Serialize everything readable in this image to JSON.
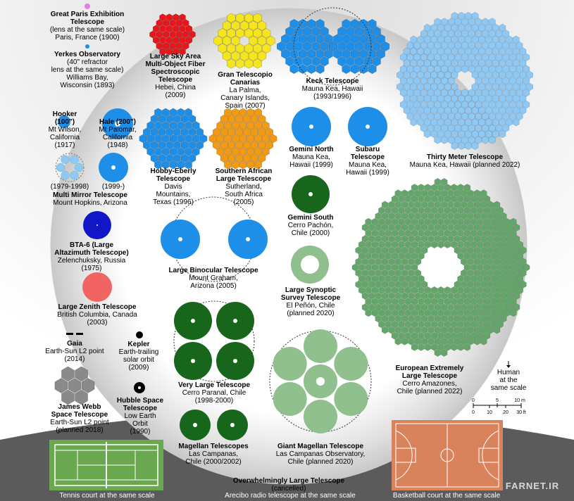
{
  "colors": {
    "red": "#e8161b",
    "yellow": "#f4e51e",
    "blue": "#1d8fe8",
    "lightblue": "#8ec8f4",
    "orange": "#f19a12",
    "darkgreen": "#17661c",
    "green": "#64a66a",
    "lightgreen": "#8fc08d",
    "navy": "#1117c9",
    "salmon": "#f26363",
    "gray": "#8a8a8a",
    "court_green": "#6aa84f",
    "court_orange": "#d9835d"
  },
  "labels": [
    {
      "id": "paris",
      "title": "Great Paris Exhibition\nTelescope",
      "sub": "(lens at the same scale)\nParis, France (1900)"
    },
    {
      "id": "yerkes",
      "title": "Yerkes Observatory",
      "sub": "(40\" refractor\nlens at the same scale)\nWilliams Bay,\nWisconsin (1893)"
    },
    {
      "id": "hooker",
      "title": "Hooker\n(100\")",
      "sub": "Mt Wilson,\nCalifornia\n(1917)"
    },
    {
      "id": "hale",
      "title": "Hale (200\")",
      "sub": "Mt Palomar,\nCalifornia\n(1948)"
    },
    {
      "id": "mmt",
      "title": "Multi Mirror Telescope",
      "sub": "Mount Hopkins, Arizona"
    },
    {
      "id": "bta",
      "title": "BTA-6 (Large\nAltazimuth Telescope)",
      "sub": "Zelenchuksky, Russia\n(1975)"
    },
    {
      "id": "lzt",
      "title": "Large Zenith Telescope",
      "sub": "British Columbia, Canada\n(2003)"
    },
    {
      "id": "gaia",
      "title": "Gaia",
      "sub": "Earth-Sun L2 point\n(2014)"
    },
    {
      "id": "kepler",
      "title": "Kepler",
      "sub": "Earth-trailing\nsolar orbit\n(2009)"
    },
    {
      "id": "jwst",
      "title": "James Webb\nSpace Telescope",
      "sub": "Earth-Sun L2 point\n(planned 2018)"
    },
    {
      "id": "hubble",
      "title": "Hubble Space\nTelescope",
      "sub": "Low Earth\nOrbit\n(1990)"
    },
    {
      "id": "lamost",
      "title": "Large Sky Area\nMulti-Object Fiber\nSpectroscopic\nTelescope",
      "sub": "Hebei, China\n(2009)"
    },
    {
      "id": "gtc",
      "title": "Gran Telescopio\nCanarias",
      "sub": "La Palma,\nCanary Islands,\nSpain (2007)"
    },
    {
      "id": "keck",
      "title": "Keck Telescope",
      "sub": "Mauna Kea, Hawaii\n(1993/1996)"
    },
    {
      "id": "tmt",
      "title": "Thirty Meter Telescope",
      "sub": "Mauna Kea, Hawaii (planned 2022)"
    },
    {
      "id": "het",
      "title": "Hobby-Eberly\nTelescope",
      "sub": "Davis\nMountains,\nTexas (1996)"
    },
    {
      "id": "salt",
      "title": "Southern African\nLarge Telescope",
      "sub": "Sutherland,\nSouth Africa\n(2005)"
    },
    {
      "id": "gemn",
      "title": "Gemini North",
      "sub": "Mauna Kea,\nHawaii (1999)"
    },
    {
      "id": "subaru",
      "title": "Subaru\nTelescope",
      "sub": "Mauna Kea,\nHawaii (1999)"
    },
    {
      "id": "gems",
      "title": "Gemini South",
      "sub": "Cerro Pachón,\nChile (2000)"
    },
    {
      "id": "lbt",
      "title": "Large Binocular Telescope",
      "sub": "Mount Graham,\nArizona (2005)"
    },
    {
      "id": "lsst",
      "title": "Large Synoptic\nSurvey Telescope",
      "sub": "El Peñón, Chile\n(planned 2020)"
    },
    {
      "id": "vlt",
      "title": "Very Large Telescope",
      "sub": "Cerro Paranal, Chile\n(1998-2000)"
    },
    {
      "id": "magellan",
      "title": "Magellan Telescopes",
      "sub": "Las Campanas,\nChile (2000/2002)"
    },
    {
      "id": "gmt",
      "title": "Giant Magellan Telescope",
      "sub": "Las Campanas Observatory,\nChile (planned 2020)"
    },
    {
      "id": "elt",
      "title": "European Extremely\nLarge Telescope",
      "sub": "Cerro Amazones,\nChile (planned 2022)"
    },
    {
      "id": "owl",
      "title": "Overwhelmingly Large Telescope",
      "sub": "(cancelled)"
    },
    {
      "id": "human",
      "title": "",
      "sub": "Human\nat the\nsame scale"
    }
  ],
  "mmt_years": [
    "(1979-1998)",
    "(1999-)"
  ],
  "scale_bar": {
    "m_ticks": [
      "0",
      "5",
      "10 m"
    ],
    "ft_ticks": [
      "0",
      "10",
      "20",
      "30 ft"
    ]
  },
  "footer": {
    "tennis": "Tennis court at the same scale",
    "arecibo": "Arecibo radio telescope at the same scale",
    "basketball": "Basketball court at the same scale",
    "watermark": "FARNET.IR"
  }
}
